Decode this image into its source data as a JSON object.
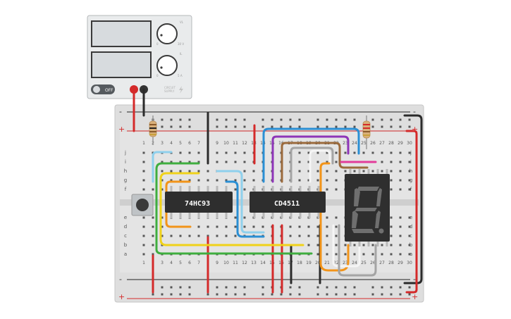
{
  "power_supply": {
    "voltage_label": "VL",
    "voltage_max": "30 V",
    "voltage_min": "0",
    "current_label": "IL",
    "current_max": "5 A",
    "current_min": "0",
    "switch_label": "OFF",
    "brand_line1": "CIRCUIT",
    "brand_line2": "SUPPLY"
  },
  "breadboard": {
    "columns": [
      "1",
      "2",
      "3",
      "4",
      "5",
      "6",
      "7",
      "8",
      "9",
      "10",
      "11",
      "12",
      "13",
      "14",
      "15",
      "16",
      "17",
      "18",
      "19",
      "20",
      "21",
      "22",
      "23",
      "24",
      "25",
      "26",
      "27",
      "28",
      "29",
      "30"
    ],
    "rows_top": [
      "j",
      "i",
      "h",
      "g",
      "f"
    ],
    "rows_bottom": [
      "e",
      "d",
      "c",
      "b",
      "a"
    ],
    "rail_minus": "-",
    "rail_plus": "+"
  },
  "chips": {
    "counter": "74HC93",
    "decoder": "CD4511"
  },
  "colors": {
    "red": "#d42a2a",
    "black": "#2b2b2b",
    "green": "#3fae3f",
    "yellow": "#f0d21a",
    "orange": "#f29419",
    "blue": "#2a8fd4",
    "lightblue": "#8fd0ec",
    "purple": "#8e35b8",
    "brown": "#9b6a3c",
    "gray": "#a4a4a4",
    "white": "#f5f5f5",
    "pink": "#e23c9a"
  }
}
